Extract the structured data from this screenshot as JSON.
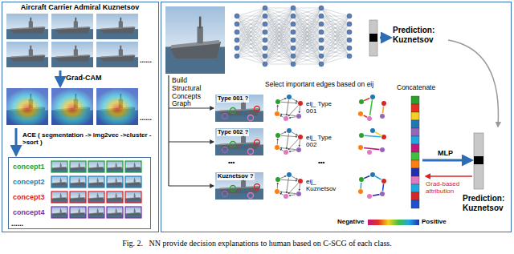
{
  "diagram": {
    "caption": "Fig. 2.   NN provide decision explanations to human based on C-SCG of each class.",
    "nodes": [
      {
        "text": [
          "Aircraft Carrier Admiral Kuznetsov"
        ]
      },
      {
        "text": [
          "concept1",
          "concept2",
          "concept3",
          "concept4"
        ],
        "in": 0
      },
      {
        "text": []
      }
    ],
    "labels": [
      "......",
      "Grad-CAM",
      "......",
      "ACE ( segmentation -> img2vec ->cluster ->sort )",
      "......",
      "Prediction: Kuznetsov",
      "Build Structural Concepts Graph",
      "Type 001 ?",
      "Type 002 ?",
      "Kuznetsov ?",
      "Select important edges based on eij",
      "eij_ Type 001",
      "eij_ Type 002",
      "eij_ Kuznetsov",
      "Concatenate",
      "MLP",
      "Prediction: Kuznetsov",
      "Grad-based attribution",
      "Negative",
      "Positive",
      "•••",
      "•••"
    ]
  }
}
